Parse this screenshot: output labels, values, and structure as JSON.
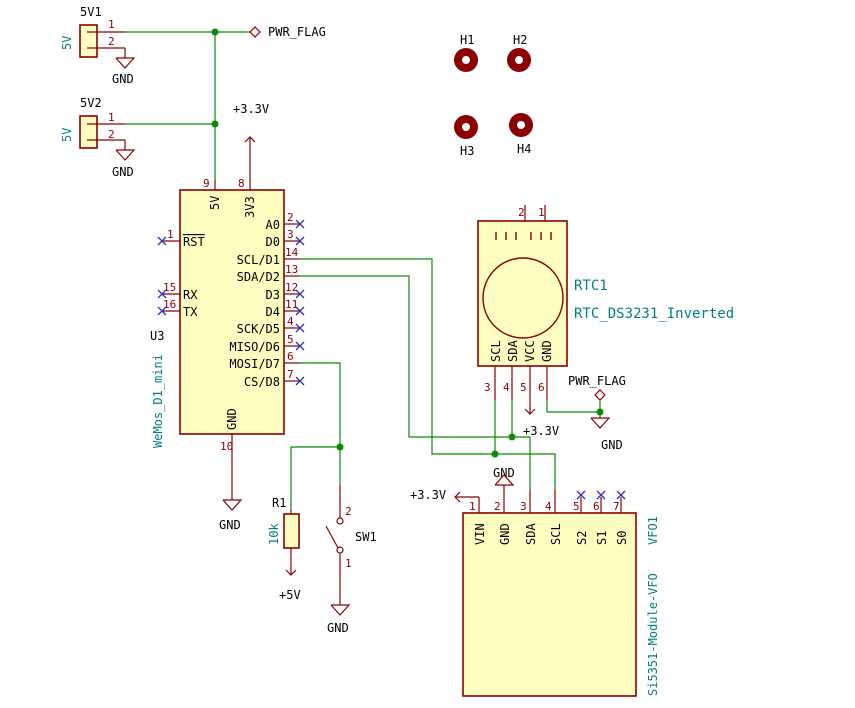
{
  "connectors": {
    "j1": {
      "ref": "5V1",
      "value": "5V",
      "pin1": "1",
      "pin2": "2",
      "gnd": "GND"
    },
    "j2": {
      "ref": "5V2",
      "value": "5V",
      "pin1": "1",
      "pin2": "2",
      "gnd": "GND"
    }
  },
  "flags": {
    "pwr_flag_top": "PWR_FLAG",
    "pwr_flag_rtc": "PWR_FLAG"
  },
  "power": {
    "v33_top": "+3.3V",
    "v33_rtc": "+3.3V",
    "v33_vfo": "+3.3V",
    "gnd_u3": "GND",
    "gnd_rtc": "GND",
    "gnd_vfo": "GND",
    "gnd_sw": "GND",
    "p5v_r1": "+5V"
  },
  "holes": {
    "h1": "H1",
    "h2": "H2",
    "h3": "H3",
    "h4": "H4"
  },
  "u3": {
    "ref": "U3",
    "value": "WeMos_D1_mini",
    "pins_right": [
      {
        "name": "A0",
        "num": "2"
      },
      {
        "name": "D0",
        "num": "3"
      },
      {
        "name": "SCL/D1",
        "num": "14"
      },
      {
        "name": "SDA/D2",
        "num": "13"
      },
      {
        "name": "D3",
        "num": "12"
      },
      {
        "name": "D4",
        "num": "11"
      },
      {
        "name": "SCK/D5",
        "num": "4"
      },
      {
        "name": "MISO/D6",
        "num": "5"
      },
      {
        "name": "MOSI/D7",
        "num": "6"
      },
      {
        "name": "CS/D8",
        "num": "7"
      }
    ],
    "pins_left": [
      {
        "name": "RST",
        "num": "1"
      },
      {
        "name": "RX",
        "num": "15"
      },
      {
        "name": "TX",
        "num": "16"
      }
    ],
    "pin_5v": {
      "name": "5V",
      "num": "9"
    },
    "pin_3v3": {
      "name": "3V3",
      "num": "8"
    },
    "pin_gnd": {
      "name": "GND",
      "num": "10"
    }
  },
  "rtc": {
    "ref": "RTC1",
    "value": "RTC_DS3231_Inverted",
    "top_pins": [
      "2",
      "1"
    ],
    "pins": [
      {
        "name": "SCL",
        "num": "3"
      },
      {
        "name": "SDA",
        "num": "4"
      },
      {
        "name": "VCC",
        "num": "5"
      },
      {
        "name": "GND",
        "num": "6"
      }
    ]
  },
  "vfo": {
    "ref": "VFO1",
    "value": "Si5351-Module-VFO",
    "pins": [
      {
        "name": "VIN",
        "num": "1"
      },
      {
        "name": "GND",
        "num": "2"
      },
      {
        "name": "SDA",
        "num": "3"
      },
      {
        "name": "SCL",
        "num": "4"
      },
      {
        "name": "S2",
        "num": "5"
      },
      {
        "name": "S1",
        "num": "6"
      },
      {
        "name": "S0",
        "num": "7"
      }
    ]
  },
  "r1": {
    "ref": "R1",
    "value": "10k"
  },
  "sw1": {
    "ref": "SW1",
    "pin1": "1",
    "pin2": "2"
  },
  "colors": {
    "wire": "#0a8a0a",
    "pin": "#8b0000",
    "body": "#ffffc2",
    "value": "#008080",
    "noconnect": "#2f2fc8"
  }
}
